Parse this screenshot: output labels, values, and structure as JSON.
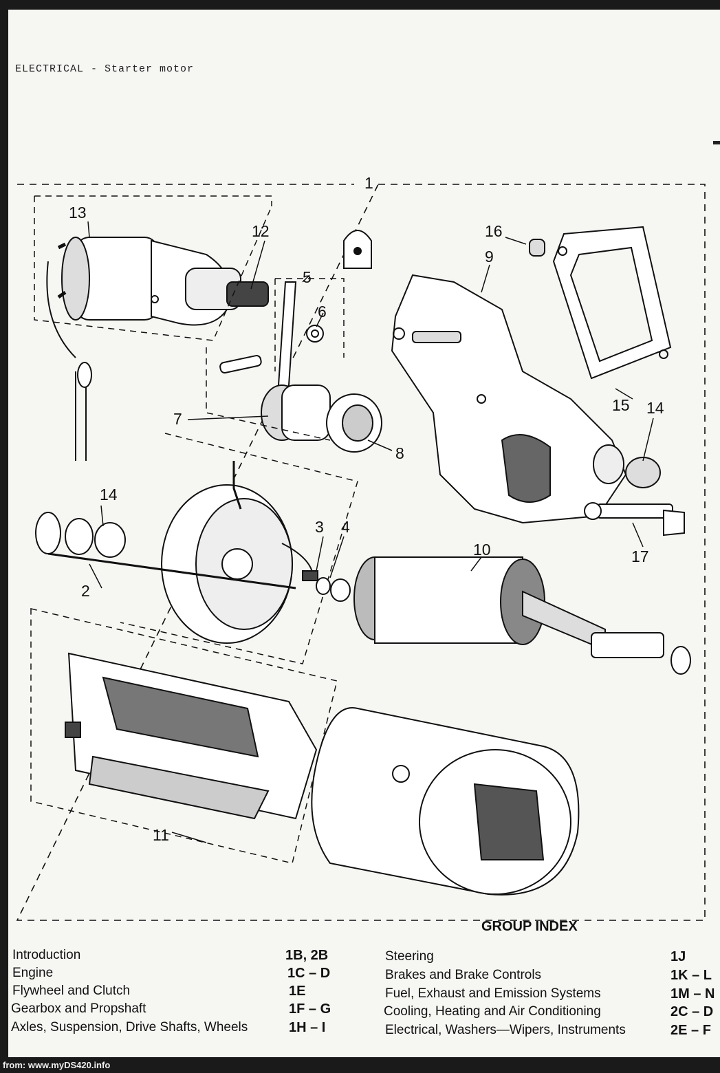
{
  "header": {
    "title": "ELECTRICAL - Starter motor"
  },
  "callouts": [
    {
      "label": "1"
    },
    {
      "label": "2"
    },
    {
      "label": "3"
    },
    {
      "label": "4"
    },
    {
      "label": "5"
    },
    {
      "label": "6"
    },
    {
      "label": "7"
    },
    {
      "label": "8"
    },
    {
      "label": "9"
    },
    {
      "label": "10"
    },
    {
      "label": "11"
    },
    {
      "label": "12"
    },
    {
      "label": "13"
    },
    {
      "label": "14"
    },
    {
      "label": "14"
    },
    {
      "label": "15"
    },
    {
      "label": "16"
    },
    {
      "label": "17"
    }
  ],
  "group_index": {
    "title": "GROUP INDEX",
    "left": [
      {
        "name": "Introduction",
        "code": "1B, 2B"
      },
      {
        "name": "Engine",
        "code": "1C – D"
      },
      {
        "name": "Flywheel and Clutch",
        "code": "1E"
      },
      {
        "name": "Gearbox and Propshaft",
        "code": "1F – G"
      },
      {
        "name": "Axles, Suspension, Drive Shafts, Wheels",
        "code": "1H – I"
      }
    ],
    "right": [
      {
        "name": "Steering",
        "code": "1J"
      },
      {
        "name": "Brakes and Brake Controls",
        "code": "1K – L"
      },
      {
        "name": "Fuel, Exhaust and Emission Systems",
        "code": "1M – N"
      },
      {
        "name": "Cooling, Heating and Air Conditioning",
        "code": "2C – D"
      },
      {
        "name": "Electrical, Washers—Wipers, Instruments",
        "code": "2E – F"
      }
    ]
  },
  "footer": {
    "source": "from: www.myDS420.info"
  }
}
